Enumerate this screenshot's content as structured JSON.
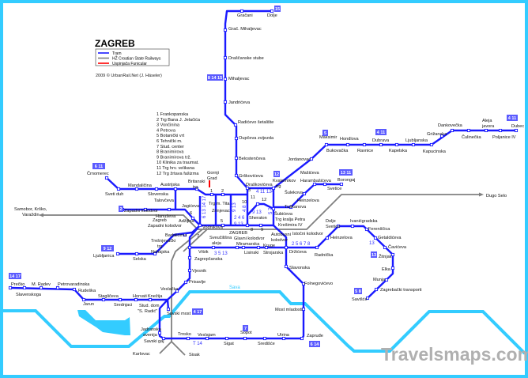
{
  "title": "ZAGREB",
  "legend": {
    "items": [
      {
        "label": "Tram",
        "color": "#1a1aff"
      },
      {
        "label": "HŽ Croatian State Railways",
        "color": "#808080"
      },
      {
        "label": "Uspinjača Funicular",
        "color": "#ff0000"
      }
    ]
  },
  "copyright": "2009 © UrbanRail.Net (J. Häseler)",
  "river_label": "Sava",
  "watermark": "Travelsmaps.com",
  "numbered_stops": [
    "1 Frankopanska",
    "2 Trg Bana J. Jelačića",
    "3 Vončinina",
    "4 Petrova",
    "5 Botanički vrt",
    "6 Tehnički m.",
    "7 Stud. center",
    "8 Branimirova",
    "9 Branimirova trž.",
    "10 Klinika za traumat.",
    "11 Trg hrv. velikana",
    "12 Trg žrtava fašizma"
  ],
  "stations": [
    "Gračani",
    "Dolje",
    "Grač. Mihaljevac",
    "Draščanske stube",
    "Mihaljevac",
    "Jandrićeva",
    "Radićevo šetalište",
    "Oupčeva zvijezda",
    "Belostenčeva",
    "Grškovićeva",
    "Draškovićeva",
    "Kvaternikov",
    "trg",
    "Maksimir",
    "Jordanovac",
    "Mašićeva",
    "Harambašićeva",
    "Svetice",
    "Borongaj",
    "Šulekova",
    "Heinzelova",
    "Tuškanova",
    "Šubićeva",
    "Trg kralja Petra",
    "Krešimira IV",
    "Sheraton",
    "Istočni kolodvor",
    "Autobusni",
    "kolodvor",
    "Držićeva",
    "Kruge",
    "Strojarska",
    "Lisinski",
    "Miramarska",
    "Vrbik",
    "ZAGREB",
    "Glavni kolodvor",
    "Zagrepčanska",
    "Vjesnik",
    "Prisavlje",
    "Veslačka",
    "Knežija",
    "Horvati",
    "Stagličeva",
    "Jarun",
    "Srednjaci",
    "Rudeška",
    "Petrovaradinska",
    "M. Radev",
    "Prečko",
    "Slavenskoga",
    "Stud. dom",
    "\"S. Radić\"",
    "Savski most",
    "Jadranska",
    "avenija",
    "Savski gaj",
    "Karlovac",
    "Sisak",
    "Trnsko",
    "Veslajam",
    "Sigat",
    "Sopot",
    "Središće",
    "Utrina",
    "Zapruđe",
    "Most mladosti",
    "Folnegovićevo",
    "Slavonska",
    "Radnička",
    "Heinzelova",
    "Dolje",
    "Svetice",
    "Ivanićgradska",
    "Ferenščica",
    "Getaldićeva",
    "Čavićeva",
    "Žitnjak",
    "Elka",
    "Munja",
    "Zagrebački transporti",
    "Savišće",
    "Hondlova",
    "Bukovačka",
    "Ravnice",
    "Dubrava",
    "Kapelska",
    "Ljubljanska",
    "Kapucinska",
    "Grižanska",
    "Dankovečka",
    "Čulinečka",
    "Aleja",
    "javora",
    "Poljanice IV",
    "Dubec",
    "Dugo Selo",
    "Samobor, Krško,",
    "Varaždin",
    "Črnomerec",
    "Sveti duh",
    "Mandaličina",
    "Slovenska",
    "Austrijska",
    "Britanski",
    "trg",
    "Talovčeva",
    "Jagićeva",
    "Zapadni kolodvor",
    "Hanuševa",
    "Zagreb",
    "Zapadni kolodvor",
    "Adžijina",
    "Vodnikova",
    "Badalićeva",
    "Trešnjevački",
    "trg",
    "Nehajska",
    "Selska",
    "Ljubljanica",
    "Gornji",
    "Grad",
    "Trg m. Tita",
    "Zrinjevac",
    "Sveučilišna",
    "aleja"
  ],
  "stop_numbers": [
    "1",
    "2",
    "3",
    "11",
    "10",
    "12",
    "5",
    "6",
    "8",
    "9",
    "7"
  ],
  "route_labels": [
    "4 11 12",
    "4",
    "6 13 14 17",
    "9 13",
    "4 8",
    "9 13",
    "5 7",
    "2 4 6",
    "9 13",
    "3 5 13",
    "2 5 6 7 8",
    "T 14",
    "13"
  ],
  "route_badges": [
    "6 11",
    "8 14 15",
    "15",
    "5",
    "4 11",
    "4 11",
    "13 11",
    "12",
    "2",
    "9 12",
    "14 17",
    "13",
    "5 8",
    "4 17",
    "6 14",
    "7"
  ]
}
